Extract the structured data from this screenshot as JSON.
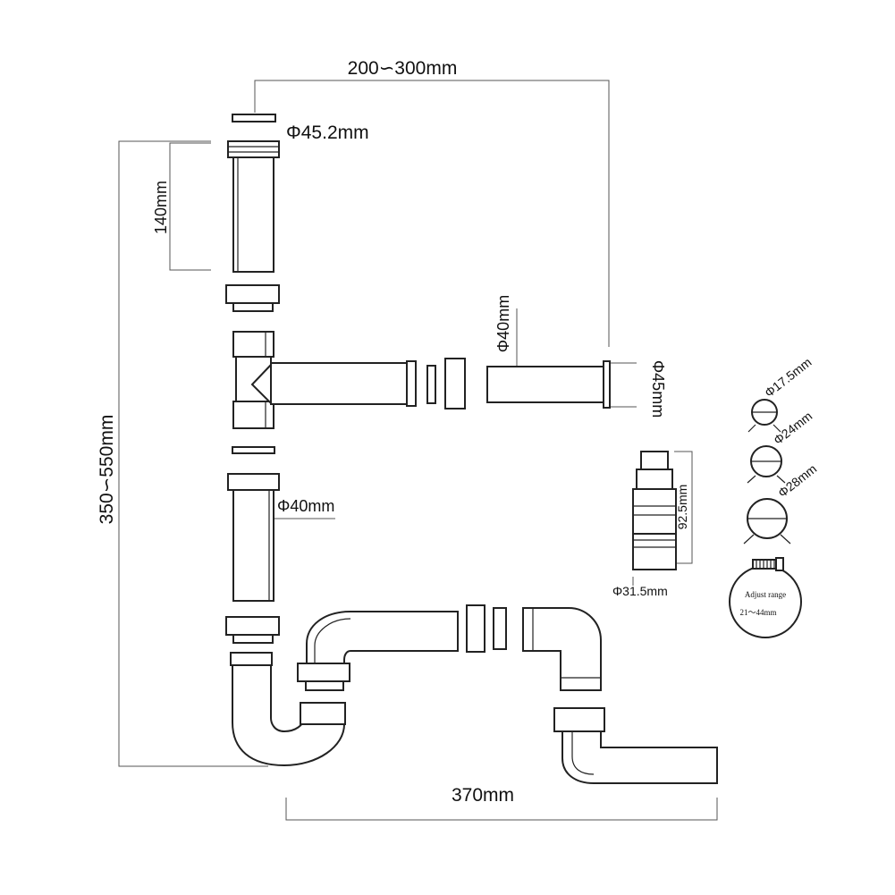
{
  "dimensions": {
    "top_width": "200∽300mm",
    "total_height": "350∽550mm",
    "tail_height": "140mm",
    "bottom_width": "370mm",
    "inlet_diameter": "Φ45.2mm",
    "branch_diameter": "Φ40mm",
    "wall_pipe_diameter": "Φ40mm",
    "wall_outlet_diameter": "Φ45mm",
    "hose_adapter_height": "92.5mm",
    "hose_adapter_diameter": "Φ31.5mm"
  },
  "adapters": {
    "small": "Φ17.5mm",
    "medium": "Φ24mm",
    "large": "Φ28mm"
  },
  "clamp": {
    "title": "Adjust range",
    "range": "21～44mm"
  },
  "colors": {
    "line": "#222222",
    "dimension": "#555555",
    "background": "#ffffff"
  }
}
